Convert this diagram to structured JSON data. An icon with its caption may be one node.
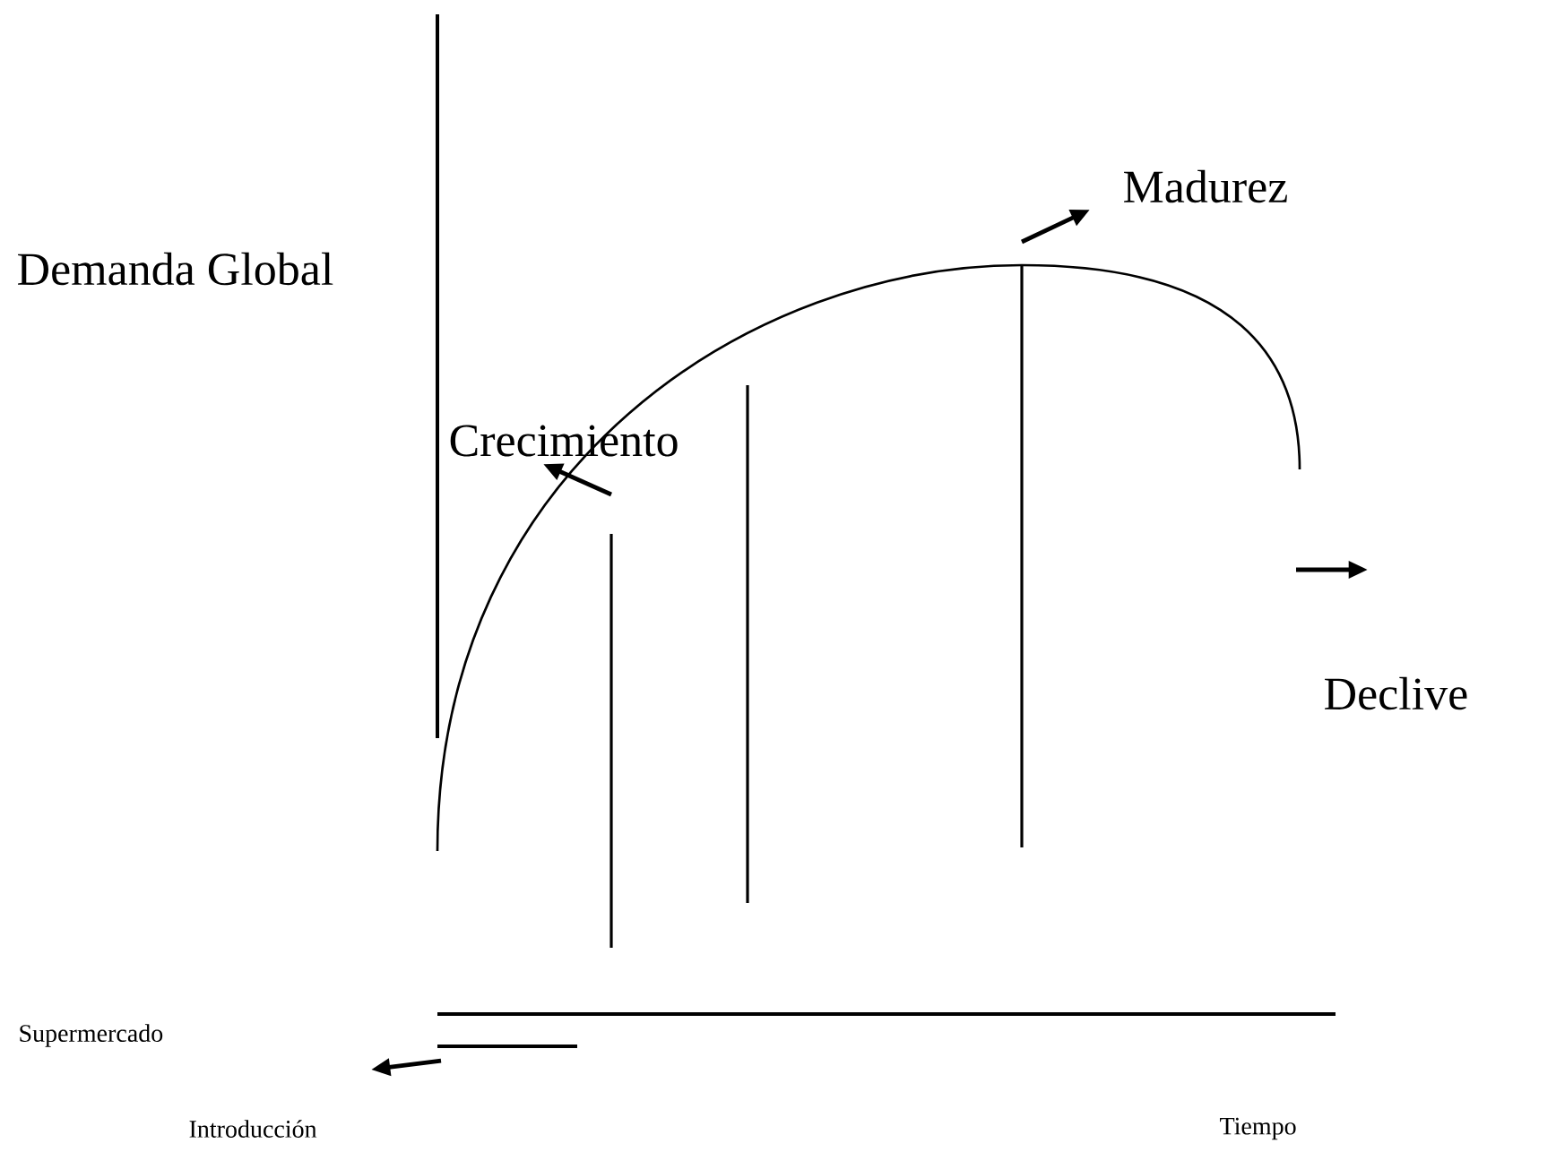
{
  "diagram": {
    "labels": [
      "Madurez",
      "Demanda Global",
      "Crecimiento",
      "Declive",
      "Supermercado",
      "Introducción",
      "Tiempo"
    ]
  }
}
